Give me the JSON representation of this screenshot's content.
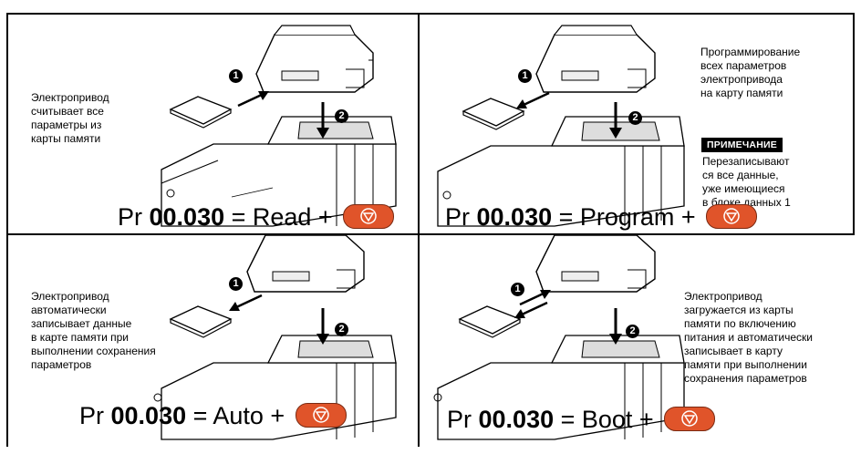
{
  "quadrants": [
    {
      "id": "read",
      "description": "Электропривод\nсчитывает все\nпараметры из\nкарты памяти",
      "param_prefix": "Pr ",
      "param_code": "00.030",
      "param_value": " = Read + ",
      "note_label": null,
      "note_text": null
    },
    {
      "id": "program",
      "description": "Программирование\nвсех параметров\nэлектропривода\nна карту памяти",
      "param_prefix": "Pr ",
      "param_code": "00.030",
      "param_value": " = Program + ",
      "note_label": "ПРИМЕЧАНИЕ",
      "note_text": "Перезаписывают\nся все данные,\nуже имеющиеся\nв блоке данных 1"
    },
    {
      "id": "auto",
      "description": "Электропривод\nавтоматически\nзаписывает данные\nв карте памяти при\nвыполнении сохранения\nпараметров",
      "param_prefix": "Pr ",
      "param_code": "00.030",
      "param_value": " = Auto + ",
      "note_label": null,
      "note_text": null
    },
    {
      "id": "boot",
      "description": "Электропривод\nзагружается из карты\nпамяти по включению\nпитания и автоматически\nзаписывает в карту\nпамяти при выполнении\nсохранения параметров",
      "param_prefix": "Pr ",
      "param_code": "00.030",
      "param_value": " = Boot + ",
      "note_label": null,
      "note_text": null
    }
  ],
  "step_labels": [
    "1",
    "2"
  ],
  "colors": {
    "stop_button": "#e0542a",
    "line": "#000000"
  },
  "icons": {
    "stop": "stop-icon",
    "memory_card": "memory-card-icon",
    "drive_module": "drive-module-icon",
    "cover": "keypad-cover-icon"
  }
}
